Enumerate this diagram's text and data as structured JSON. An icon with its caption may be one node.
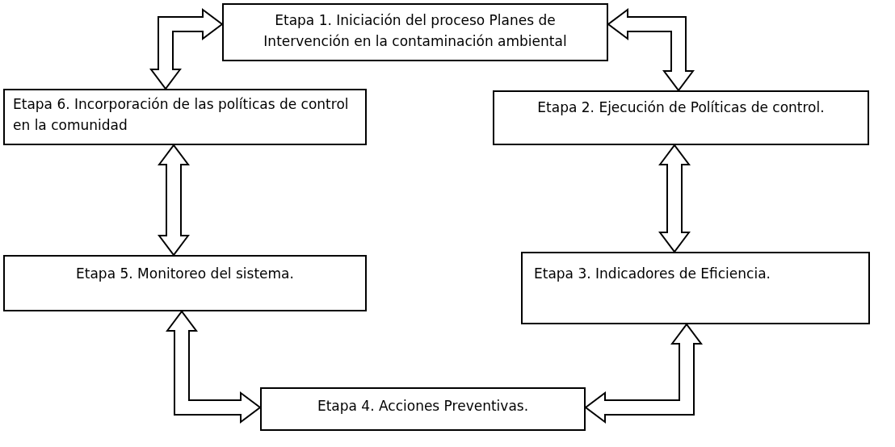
{
  "diagram": {
    "nodes": [
      {
        "text": [
          "Etapa 1. Iniciación del proceso Planes de Intervención en la contaminación ambiental"
        ]
      },
      {
        "text": [
          "Etapa 6. Incorporación de las políticas de control en la comunidad"
        ]
      },
      {
        "text": [
          "Etapa 2. Ejecución de Políticas de control."
        ]
      },
      {
        "text": [
          "Etapa 5. Monitoreo del sistema."
        ]
      },
      {
        "text": [
          "Etapa 3. Indicadores de Eficiencia."
        ]
      },
      {
        "text": [
          "Etapa 4. Acciones Preventivas."
        ]
      }
    ],
    "edges": [
      {
        "from": 0,
        "to": 1,
        "arrow": "both"
      },
      {
        "from": 0,
        "to": 2,
        "arrow": "both"
      },
      {
        "from": 2,
        "to": 4,
        "arrow": "both"
      },
      {
        "from": 4,
        "to": 5,
        "arrow": "both"
      },
      {
        "from": 5,
        "to": 3,
        "arrow": "both"
      },
      {
        "from": 1,
        "to": 3,
        "arrow": "both"
      }
    ]
  }
}
